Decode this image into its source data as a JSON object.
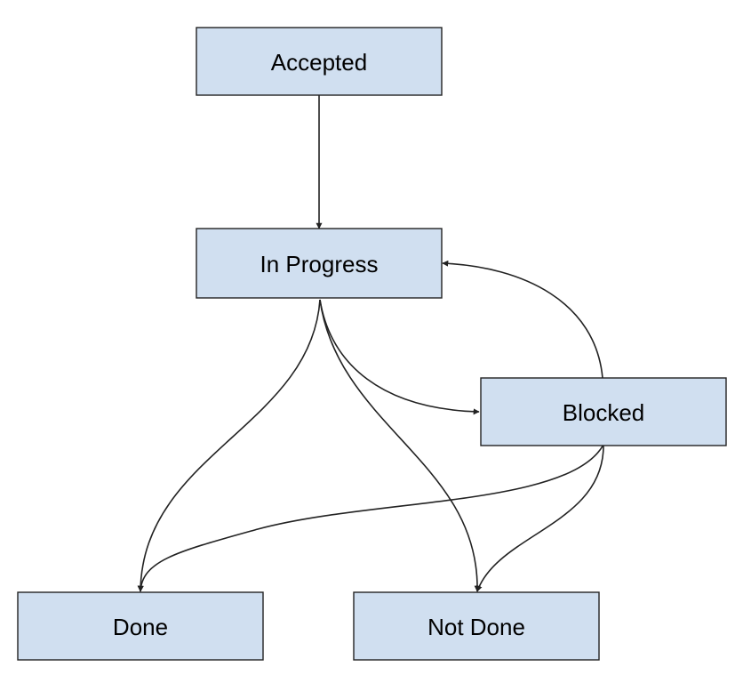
{
  "diagram": {
    "type": "state-flow",
    "colors": {
      "node_fill": "#d0dff0",
      "node_stroke": "#222222",
      "edge_stroke": "#222222",
      "text": "#000000"
    },
    "nodes": {
      "accepted": {
        "label": "Accepted"
      },
      "in_progress": {
        "label": "In Progress"
      },
      "blocked": {
        "label": "Blocked"
      },
      "done": {
        "label": "Done"
      },
      "not_done": {
        "label": "Not Done"
      }
    },
    "edges": [
      {
        "from": "Accepted",
        "to": "In Progress"
      },
      {
        "from": "In Progress",
        "to": "Blocked"
      },
      {
        "from": "Blocked",
        "to": "In Progress"
      },
      {
        "from": "In Progress",
        "to": "Done"
      },
      {
        "from": "In Progress",
        "to": "Not Done"
      },
      {
        "from": "Blocked",
        "to": "Done"
      },
      {
        "from": "Blocked",
        "to": "Not Done"
      }
    ]
  }
}
